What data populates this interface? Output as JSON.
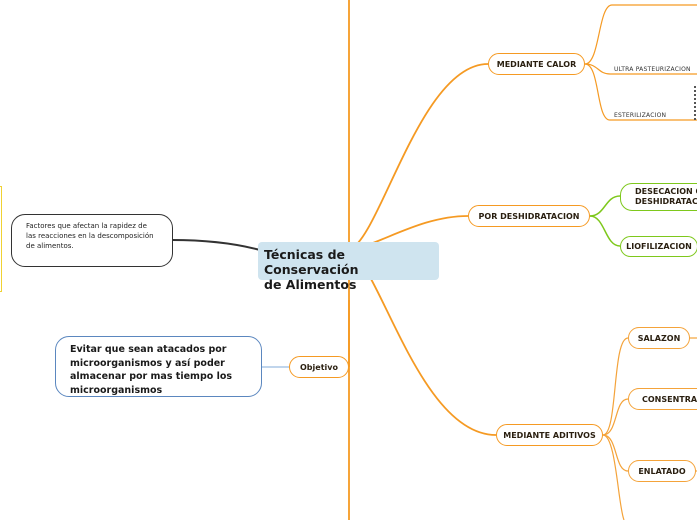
{
  "central": {
    "title_line1": "Técnicas de Conservación",
    "title_line2": "de Alimentos"
  },
  "left": {
    "factors_text": "Factores que afectan la rapidez de las reacciones en la descomposición de alimentos.",
    "objective_label": "Objetivo",
    "objective_text": "Evitar que sean atacados por microorganismos y así poder almacenar por mas tiempo los microorganismos"
  },
  "branches": {
    "calor": {
      "label": "MEDIANTE CALOR",
      "children": [
        "ULTRA PASTEURIZACION",
        "ESTERILIZACION"
      ]
    },
    "deshidratacion": {
      "label": "POR DESHIDRATACION",
      "children": [
        "DESECACION O DESHIDRATACION",
        "LIOFILIZACION"
      ]
    },
    "aditivos": {
      "label": "MEDIANTE ADITIVOS",
      "children": [
        "SALAZON",
        "CONSENTRADO",
        "ENLATADO"
      ]
    }
  },
  "colors": {
    "orange": "#f59a23",
    "green": "#7ec81c",
    "dark": "#333333",
    "blue": "#5b87bf",
    "yellow": "#f0d233",
    "central_bg": "#cfe4ef"
  }
}
